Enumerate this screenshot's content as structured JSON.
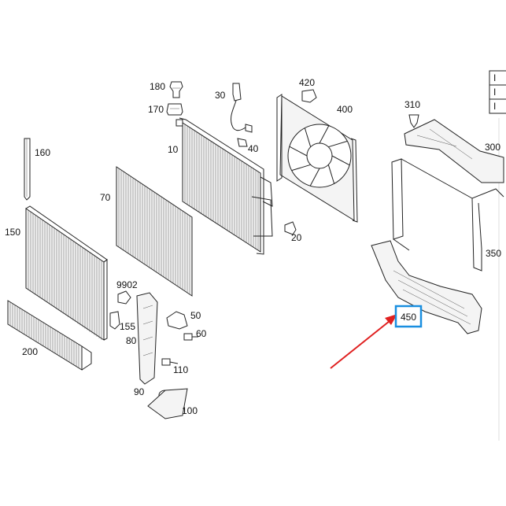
{
  "diagram": {
    "labels": [
      {
        "id": "180",
        "text": "180"
      },
      {
        "id": "170",
        "text": "170"
      },
      {
        "id": "30",
        "text": "30"
      },
      {
        "id": "420",
        "text": "420"
      },
      {
        "id": "400",
        "text": "400"
      },
      {
        "id": "310",
        "text": "310"
      },
      {
        "id": "160",
        "text": "160"
      },
      {
        "id": "10",
        "text": "10"
      },
      {
        "id": "40",
        "text": "40"
      },
      {
        "id": "300",
        "text": "300"
      },
      {
        "id": "70",
        "text": "70"
      },
      {
        "id": "150",
        "text": "150"
      },
      {
        "id": "20",
        "text": "20"
      },
      {
        "id": "350",
        "text": "350"
      },
      {
        "id": "9902",
        "text": "9902"
      },
      {
        "id": "450",
        "text": "450"
      },
      {
        "id": "50",
        "text": "50"
      },
      {
        "id": "155",
        "text": "155"
      },
      {
        "id": "60",
        "text": "60"
      },
      {
        "id": "80",
        "text": "80"
      },
      {
        "id": "200",
        "text": "200"
      },
      {
        "id": "110",
        "text": "110"
      },
      {
        "id": "90",
        "text": "90"
      },
      {
        "id": "100",
        "text": "100"
      }
    ],
    "highlight": {
      "label": "450",
      "box_color": "#1a8fe0",
      "arrow_color": "#e02020"
    },
    "table_partial": {
      "rows": [
        "I",
        "I",
        "I"
      ]
    }
  }
}
